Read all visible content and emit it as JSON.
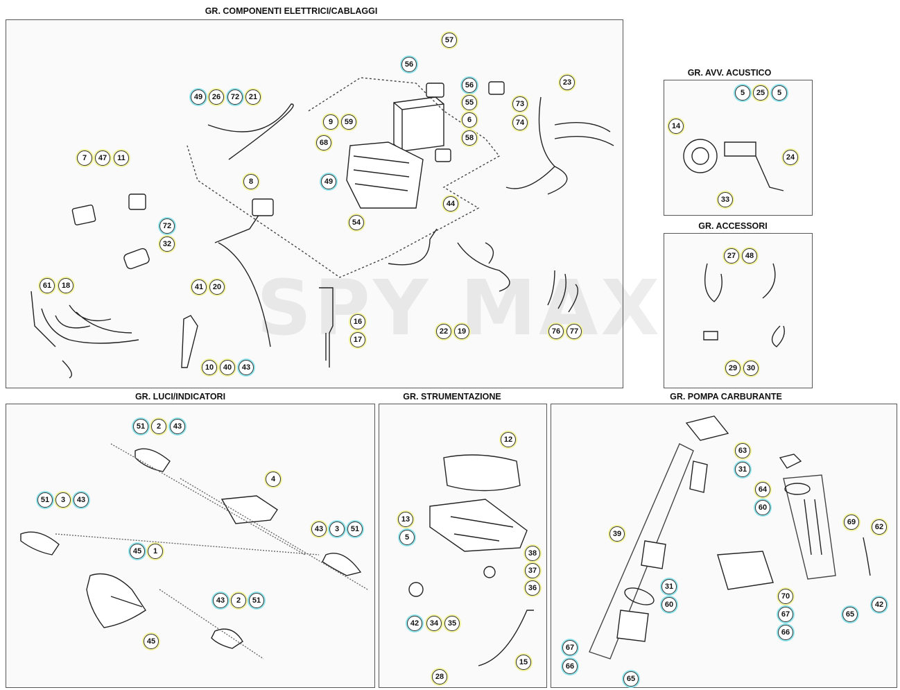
{
  "groups": {
    "elettrici": "GR. COMPONENTI ELETTRICI/CABLAGGI",
    "acustico": "GR. AVV. ACUSTICO",
    "accessori": "GR. ACCESSORI",
    "luci": "GR. LUCI/INDICATORI",
    "strumentazione": "GR. STRUMENTAZIONE",
    "pompa": "GR. POMPA CARBURANTE"
  },
  "watermark": "SPY MAX",
  "callouts": {
    "elettrici": [
      "57",
      "56",
      "56",
      "55",
      "6",
      "58",
      "73",
      "74",
      "23",
      "49",
      "26",
      "72",
      "21",
      "9",
      "59",
      "68",
      "49",
      "54",
      "7",
      "47",
      "11",
      "72",
      "32",
      "8",
      "44",
      "61",
      "18",
      "41",
      "20",
      "16",
      "17",
      "22",
      "19",
      "76",
      "77",
      "10",
      "40",
      "43"
    ],
    "acustico": [
      "5",
      "25",
      "5",
      "14",
      "24",
      "33"
    ],
    "accessori": [
      "27",
      "48",
      "29",
      "30"
    ],
    "luci": [
      "51",
      "2",
      "43",
      "4",
      "51",
      "3",
      "43",
      "45",
      "1",
      "43",
      "3",
      "51",
      "43",
      "2",
      "51",
      "45"
    ],
    "strumentazione": [
      "12",
      "13",
      "5",
      "38",
      "37",
      "36",
      "42",
      "34",
      "35",
      "15",
      "28"
    ],
    "pompa": [
      "63",
      "31",
      "64",
      "60",
      "69",
      "62",
      "39",
      "31",
      "60",
      "70",
      "67",
      "66",
      "65",
      "42",
      "67",
      "66",
      "65"
    ]
  },
  "colors": {
    "highlight_yellow": "#f2f29a",
    "highlight_cyan": "#8fe3ea",
    "outline": "#333333"
  }
}
